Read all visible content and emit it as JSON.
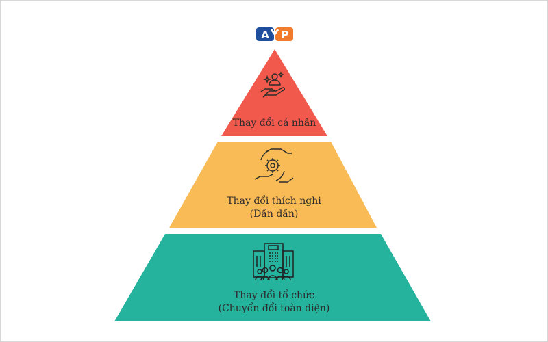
{
  "logo": {
    "text_left": "A",
    "text_right": "P",
    "colors": {
      "blue": "#1f4e9c",
      "orange": "#f07b2c"
    }
  },
  "pyramid": {
    "levels": [
      {
        "label": "Thay đổi cá nhân",
        "color": "#f0594b",
        "icon": "hand-person-icon"
      },
      {
        "label_line1": "Thay đổi thích nghi",
        "label_line2": "(Dần dần)",
        "color": "#f8bb55",
        "icon": "hands-gear-icon"
      },
      {
        "label_line1": "Thay đổi tổ chức",
        "label_line2": "(Chuyển đổi toàn diện)",
        "color": "#26b39e",
        "icon": "building-people-icon"
      }
    ]
  }
}
